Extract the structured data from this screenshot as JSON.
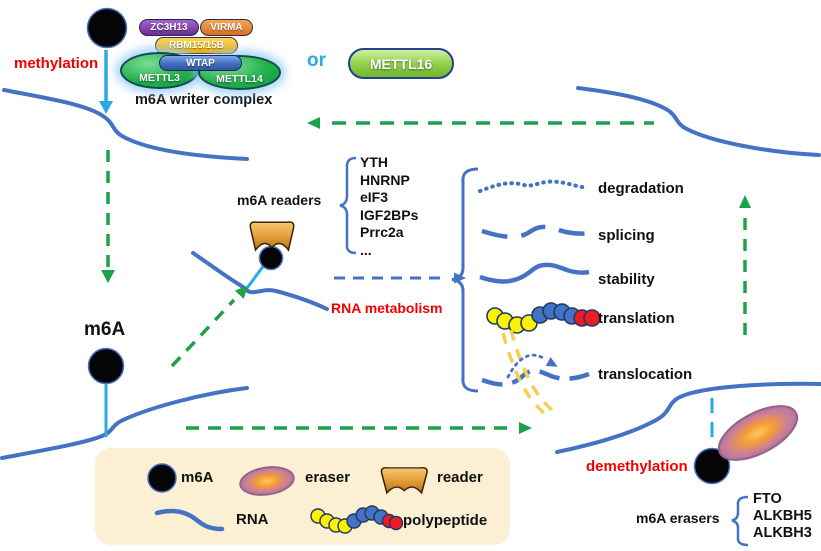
{
  "process": {
    "methylation": "methylation",
    "demethylation": "demethylation",
    "m6a": "m6A",
    "rna_metabolism": "RNA metabolism",
    "or": "or"
  },
  "writer_complex": {
    "caption": "m6A writer complex",
    "alternative": "METTL16",
    "components": [
      {
        "label": "ZC3H13",
        "color": "#7B3F9E"
      },
      {
        "label": "VIRMA",
        "color": "#E8833A"
      },
      {
        "label": "RBM15/15B",
        "color": "#FFC000"
      },
      {
        "label": "WTAP",
        "color": "#4472C4"
      },
      {
        "label": "METTL3",
        "color": "#21B14B"
      },
      {
        "label": "METTL14",
        "color": "#21B14B"
      }
    ]
  },
  "readers": {
    "title": "m6A readers",
    "proteins": [
      "YTH",
      "HNRNP",
      "eIF3",
      "IGF2BPs",
      "Prrc2a",
      "..."
    ]
  },
  "outcomes": {
    "items": [
      "degradation",
      "splicing",
      "stability",
      "translation",
      "translocation"
    ]
  },
  "erasers": {
    "title": "m6A erasers",
    "proteins": [
      "FTO",
      "ALKBH5",
      "ALKBH3"
    ]
  },
  "legend": {
    "m6a": "m6A",
    "eraser": "eraser",
    "reader": "reader",
    "rna": "RNA",
    "polypeptide": "polypeptide"
  },
  "colors": {
    "rna_blue": "#4472C4",
    "methyl_cyan": "#29ABE2",
    "arrow_green": "#1CA24A",
    "text_red": "#F30000",
    "legend_bg": "#FBEFD4",
    "reader_orange": "#E8A33C",
    "eraser_pink": "#B5799F",
    "eraser_core": "#F5A623",
    "membrane_yellow": "#F5CE53",
    "bead_yellow": "#FFF200",
    "bead_blue": "#4472C4",
    "bead_red": "#ED1C24"
  }
}
